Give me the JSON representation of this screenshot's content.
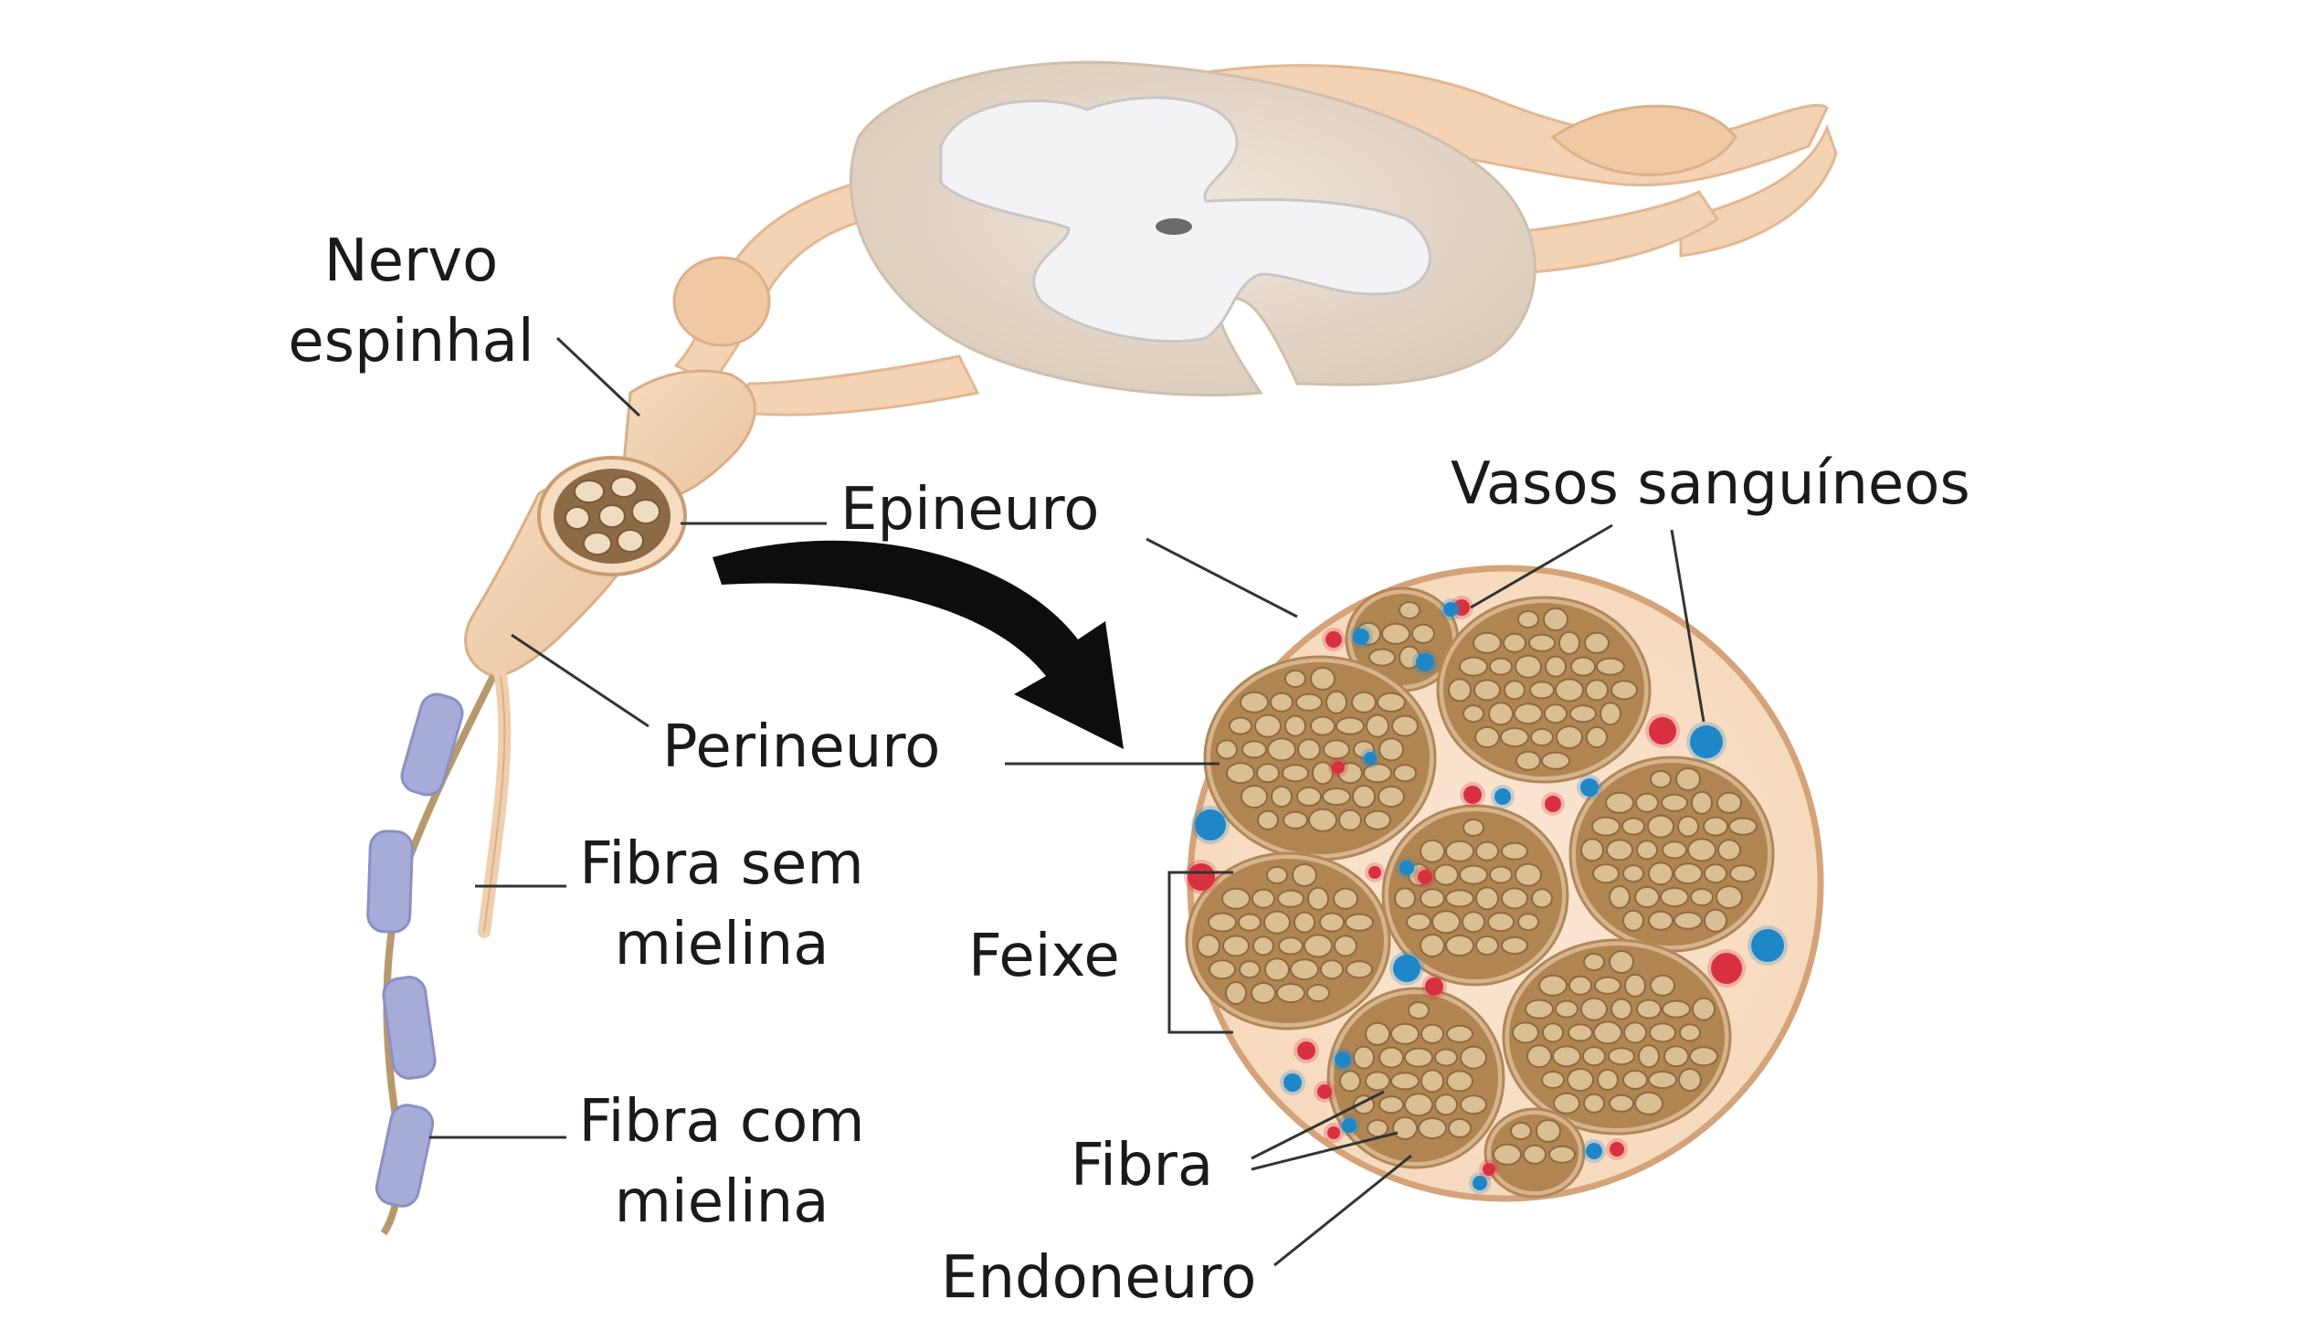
{
  "labels": {
    "nervo_espinhal_1": "Nervo",
    "nervo_espinhal_2": "espinhal",
    "epineuro": "Epineuro",
    "vasos_sanguineos": "Vasos sanguíneos",
    "perineuro": "Perineuro",
    "fibra_sem_mielina_1": "Fibra sem",
    "fibra_sem_mielina_2": "mielina",
    "fibra_com_mielina_1": "Fibra com",
    "fibra_com_mielina_2": "mielina",
    "feixe": "Feixe",
    "fibra": "Fibra",
    "endoneuro": "Endoneuro"
  },
  "colors": {
    "nerve_tissue": "#f2d3b3",
    "spinal_cord": "#e8ddd2",
    "grey_matter": "#f2f3f4",
    "fascicle": "#b08552",
    "fiber": "#d9bf92",
    "myelin": "#a7abd8",
    "vessel_red": "#d9303f",
    "vessel_blue": "#1f86c8",
    "label_line": "#333333"
  }
}
